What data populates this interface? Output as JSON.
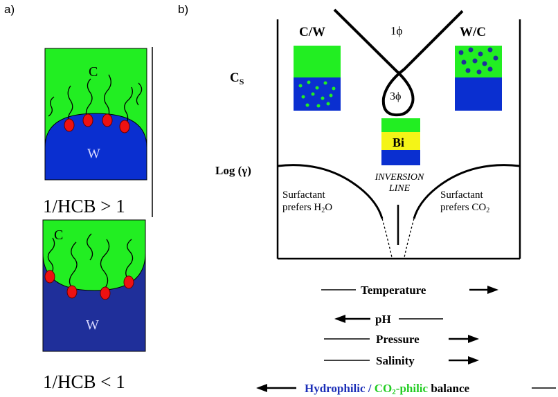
{
  "panel_a": {
    "label": "a)",
    "top_box": {
      "c_label": "C",
      "w_label": "W",
      "caption": "1/HCB > 1"
    },
    "bottom_box": {
      "c_label": "C",
      "w_label": "W",
      "caption": "1/HCB < 1"
    }
  },
  "panel_b": {
    "label": "b)",
    "cs_label": "C",
    "cs_sub": "S",
    "log_label": "Log (γ)",
    "region_cw": "C/W",
    "region_wc": "W/C",
    "one_phase": "1ϕ",
    "three_phase": "3ϕ",
    "bi_label": "Bi",
    "inversion_line_1": "INVERSION",
    "inversion_line_2": "LINE",
    "left_text_1": "Surfactant",
    "left_text_2": "prefers H",
    "left_text_sub": "2",
    "left_text_3": "O",
    "right_text_1": "Surfactant",
    "right_text_2": "prefers CO",
    "right_text_sub": "2"
  },
  "arrows": {
    "temperature": "Temperature",
    "ph": "pH",
    "pressure": "Pressure",
    "salinity": "Salinity",
    "balance_hydrophilic": "Hydrophilic",
    "balance_slash": " / ",
    "balance_co2_a": "CO",
    "balance_co2_sub": "2",
    "balance_co2_b": "-philic",
    "balance_word": " balance"
  },
  "colors": {
    "co2_green": "#22ee22",
    "water_blue": "#0a2fd0",
    "water_dark_blue": "#1f2f9a",
    "surfactant_red": "#ee1111",
    "bi_yellow": "#f4f417",
    "hydrophilic_text": "#1c2fb8",
    "co2_text": "#22cc22"
  }
}
